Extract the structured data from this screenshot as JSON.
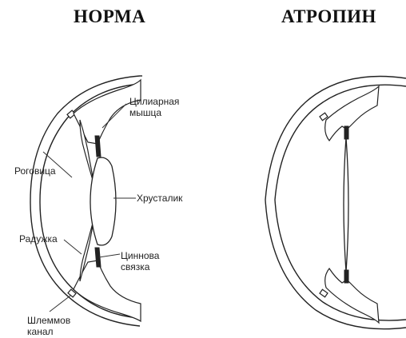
{
  "titles": {
    "left": "НОРМА",
    "right": "АТРОПИН"
  },
  "labels": {
    "ciliary_muscle": "Цилиарная\nмышца",
    "cornea": "Роговица",
    "lens": "Хрусталик",
    "iris": "Радужка",
    "zinn_ligament": "Циннова\nсвязка",
    "schlemm_canal": "Шлеммов\nканал"
  }
}
